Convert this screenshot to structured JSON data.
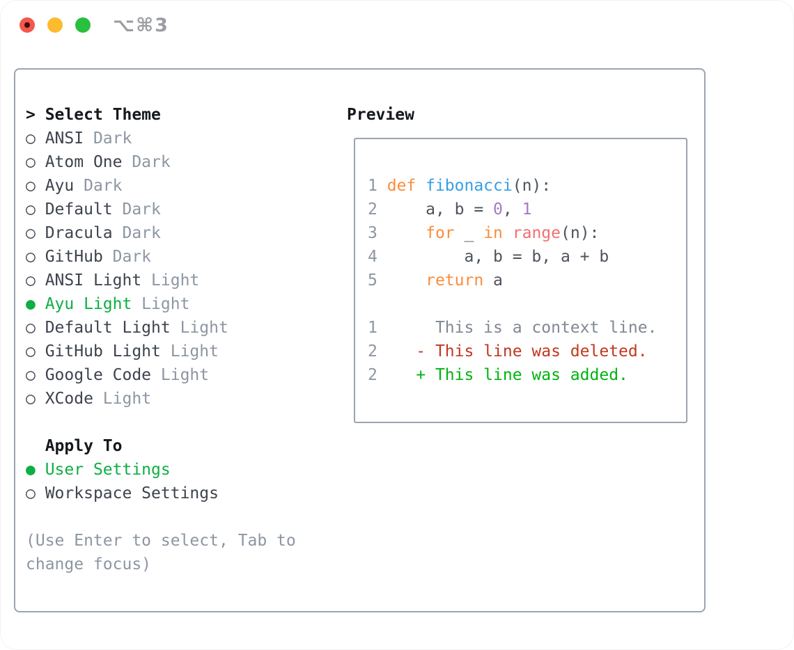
{
  "window": {
    "title": "⌥⌘3"
  },
  "colors": {
    "ink": "#15181d",
    "item-fg": "#3d434d",
    "muted": "#8c96a2",
    "accent-green": "#0caf45",
    "border-gray": "#9aa3ae",
    "title-gray": "#9b9da1",
    "code-fg": "#4d535e",
    "syn-keyword": "#fa8d3e",
    "syn-function": "#399ee6",
    "syn-builtin": "#f07171",
    "syn-constant": "#a37acc",
    "diff-context": "#818893",
    "diff-deleted": "#c2371f",
    "diff-added": "#00b310",
    "tl-red": "#f4574c",
    "tl-red-dot": "#3f0e09",
    "tl-yellow": "#fcbc2d",
    "tl-green": "#29bf3f"
  },
  "menu": {
    "lines": [
      {
        "name": "select-theme-header",
        "interactable": false,
        "tokens": [
          [
            "hdr",
            "> ",
            "focus-caret-icon"
          ],
          [
            "hdr",
            "Select Theme"
          ]
        ]
      },
      {
        "name": "theme-option-ansi-dark",
        "interactable": true,
        "tokens": [
          [
            "bullet",
            "○ ",
            "radio-icon"
          ],
          [
            "item",
            "ANSI"
          ],
          [
            "variant",
            " Dark"
          ]
        ]
      },
      {
        "name": "theme-option-atom-one-dark",
        "interactable": true,
        "tokens": [
          [
            "bullet",
            "○ ",
            "radio-icon"
          ],
          [
            "item",
            "Atom One"
          ],
          [
            "variant",
            " Dark"
          ]
        ]
      },
      {
        "name": "theme-option-ayu-dark",
        "interactable": true,
        "tokens": [
          [
            "bullet",
            "○ ",
            "radio-icon"
          ],
          [
            "item",
            "Ayu"
          ],
          [
            "variant",
            " Dark"
          ]
        ]
      },
      {
        "name": "theme-option-default-dark",
        "interactable": true,
        "tokens": [
          [
            "bullet",
            "○ ",
            "radio-icon"
          ],
          [
            "item",
            "Default"
          ],
          [
            "variant",
            " Dark"
          ]
        ]
      },
      {
        "name": "theme-option-dracula-dark",
        "interactable": true,
        "tokens": [
          [
            "bullet",
            "○ ",
            "radio-icon"
          ],
          [
            "item",
            "Dracula"
          ],
          [
            "variant",
            " Dark"
          ]
        ]
      },
      {
        "name": "theme-option-github-dark",
        "interactable": true,
        "tokens": [
          [
            "bullet",
            "○ ",
            "radio-icon"
          ],
          [
            "item",
            "GitHub"
          ],
          [
            "variant",
            " Dark"
          ]
        ]
      },
      {
        "name": "theme-option-ansi-light",
        "interactable": true,
        "tokens": [
          [
            "bullet",
            "○ ",
            "radio-icon"
          ],
          [
            "item",
            "ANSI Light"
          ],
          [
            "variant",
            " Light"
          ]
        ]
      },
      {
        "name": "theme-option-ayu-light",
        "interactable": true,
        "tokens": [
          [
            "bullet-sel",
            "● ",
            "radio-selected-icon"
          ],
          [
            "sel",
            "Ayu Light"
          ],
          [
            "variant",
            " Light"
          ]
        ]
      },
      {
        "name": "theme-option-default-light",
        "interactable": true,
        "tokens": [
          [
            "bullet",
            "○ ",
            "radio-icon"
          ],
          [
            "item",
            "Default Light"
          ],
          [
            "variant",
            " Light"
          ]
        ]
      },
      {
        "name": "theme-option-github-light",
        "interactable": true,
        "tokens": [
          [
            "bullet",
            "○ ",
            "radio-icon"
          ],
          [
            "item",
            "GitHub Light"
          ],
          [
            "variant",
            " Light"
          ]
        ]
      },
      {
        "name": "theme-option-google-code-light",
        "interactable": true,
        "tokens": [
          [
            "bullet",
            "○ ",
            "radio-icon"
          ],
          [
            "item",
            "Google Code"
          ],
          [
            "variant",
            " Light"
          ]
        ]
      },
      {
        "name": "theme-option-xcode-light",
        "interactable": true,
        "tokens": [
          [
            "bullet",
            "○ ",
            "radio-icon"
          ],
          [
            "item",
            "XCode"
          ],
          [
            "variant",
            " Light"
          ]
        ]
      },
      {
        "name": "spacer",
        "interactable": false,
        "tokens": []
      },
      {
        "name": "apply-to-header",
        "interactable": false,
        "tokens": [
          [
            "hdr",
            "  Apply To"
          ]
        ]
      },
      {
        "name": "apply-option-user-settings",
        "interactable": true,
        "tokens": [
          [
            "bullet-sel",
            "● ",
            "radio-selected-icon"
          ],
          [
            "sel",
            "User Settings"
          ]
        ]
      },
      {
        "name": "apply-option-workspace-settings",
        "interactable": true,
        "tokens": [
          [
            "bullet",
            "○ ",
            "radio-icon"
          ],
          [
            "item",
            "Workspace Settings"
          ]
        ]
      },
      {
        "name": "spacer",
        "interactable": false,
        "tokens": []
      },
      {
        "name": "help-text-line-1",
        "interactable": false,
        "tokens": [
          [
            "help",
            "(Use Enter to select, Tab to"
          ]
        ]
      },
      {
        "name": "help-text-line-2",
        "interactable": false,
        "tokens": [
          [
            "help",
            "change focus)"
          ]
        ]
      }
    ]
  },
  "preview": {
    "title": "Preview",
    "lines": [
      {
        "name": "code-line-1",
        "interactable": false,
        "tokens": [
          [
            "num",
            "1 "
          ],
          [
            "kw",
            "def "
          ],
          [
            "fn",
            "fibonacci"
          ],
          [
            "fg",
            "(n):"
          ]
        ]
      },
      {
        "name": "code-line-2",
        "interactable": false,
        "tokens": [
          [
            "num",
            "2"
          ],
          [
            "fg",
            "     a, b = "
          ],
          [
            "const",
            "0"
          ],
          [
            "fg",
            ", "
          ],
          [
            "const",
            "1"
          ]
        ]
      },
      {
        "name": "code-line-3",
        "interactable": false,
        "tokens": [
          [
            "num",
            "3"
          ],
          [
            "fg",
            "     "
          ],
          [
            "kw",
            "for"
          ],
          [
            "fg",
            " _ "
          ],
          [
            "kw",
            "in"
          ],
          [
            "fg",
            " "
          ],
          [
            "builtin",
            "range"
          ],
          [
            "fg",
            "(n):"
          ]
        ]
      },
      {
        "name": "code-line-4",
        "interactable": false,
        "tokens": [
          [
            "num",
            "4"
          ],
          [
            "fg",
            "         a, b = b, a + b"
          ]
        ]
      },
      {
        "name": "code-line-5",
        "interactable": false,
        "tokens": [
          [
            "num",
            "5"
          ],
          [
            "fg",
            "     "
          ],
          [
            "kw",
            "return"
          ],
          [
            "fg",
            " a"
          ]
        ]
      },
      {
        "name": "spacer",
        "interactable": false,
        "tokens": []
      },
      {
        "name": "diff-context-line",
        "interactable": false,
        "tokens": [
          [
            "num",
            "1"
          ],
          [
            "ctx",
            "      This is a context line."
          ]
        ]
      },
      {
        "name": "diff-deleted-line",
        "interactable": false,
        "tokens": [
          [
            "num",
            "2"
          ],
          [
            "fg",
            "    "
          ],
          [
            "del",
            "- This line was deleted."
          ]
        ]
      },
      {
        "name": "diff-added-line",
        "interactable": false,
        "tokens": [
          [
            "num",
            "2"
          ],
          [
            "fg",
            "    "
          ],
          [
            "add",
            "+ This line was added."
          ]
        ]
      }
    ]
  }
}
